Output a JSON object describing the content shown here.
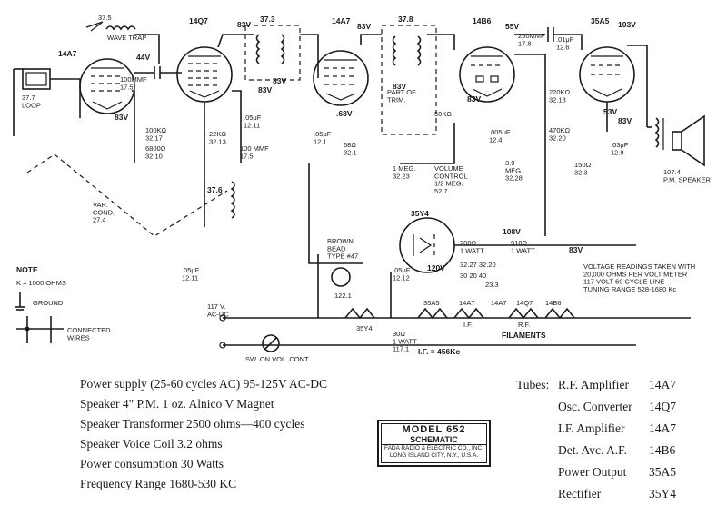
{
  "tubes_on_schematic": [
    {
      "type": "14A7",
      "voltage": "44V"
    },
    {
      "type": "14Q7",
      "voltage": "83V"
    },
    {
      "type": "14A7",
      "voltage": "83V"
    },
    {
      "type": "14B6",
      "voltage": "55V"
    },
    {
      "type": "35A5",
      "voltage": "103V"
    },
    {
      "type": "35Y4",
      "voltage": "108V"
    }
  ],
  "blocks": {
    "wave_trap": "WAVE TRAP",
    "loop": "37.7\nLOOP",
    "if1": "37.3",
    "if2": "37.8",
    "osc": "37.6",
    "var_cond": "VAR.\nCOND.\n27.4",
    "trimmer": "PART OF\nTRIM.",
    "pm_speaker": "107.4\nP.M. SPEAKER",
    "pilot": "BROWN\nBEAD\nTYPE #47",
    "switch": "SW. ON VOL. CONT."
  },
  "components": {
    "c375": "37.5",
    "c_100mmf": "100MMF\n17.5",
    "r_100k": "100KΩ\n32.17",
    "r_6800": "6800Ω\n32.10",
    "r_22k": "22KΩ\n32.13",
    "c_05_1211": ".05μF\n12.11",
    "c_100mmf_b": "100 MMF\n17.5",
    "c_05_1211b": ".05μF\n12.11",
    "c_05_121": ".05μF\n12.1",
    "r_68": "68Ω\n32.1",
    "r_50k": "50KΩ",
    "vol": "1 MEG.\n32.23",
    "vol_ctrl": "VOLUME\nCONTROL\n1/2 MEG.\n52.7",
    "c_005": ".005μF\n12.4",
    "r_3_9": "3.9\nMEG.\n32.28",
    "c_250": "250MMF\n17.8",
    "c_01": ".01μF\n12.6",
    "r_220k": "220KΩ\n32.18",
    "r_470k": "470KΩ\n32.20",
    "r_150": "150Ω\n32.3",
    "c_03": ".03μF\n12.9",
    "r_200": "200Ω\n1 WATT",
    "r_910": "910Ω\n1 WATT",
    "c_05_1212": ".05μF\n12.12",
    "r_30": "30Ω\n1 WATT\n117.1",
    "bulb": "122.1",
    "cap_block": "30  20  40",
    "cap_block_num": "32.27   32.20",
    "cap_block_sub": "23.3"
  },
  "voltages": [
    "83V",
    "83V",
    "83V",
    "83V",
    ".68V",
    "83V",
    "120V",
    "83V",
    "53V",
    "83V"
  ],
  "labels": {
    "note_title": "NOTE",
    "note_k": "K = 1000 OHMS",
    "ground": "GROUND",
    "connected": "CONNECTED\nWIRES",
    "ac_dc": "117 V.\nAC-DC",
    "filaments": "FILAMENTS",
    "if_freq": "I.F. = 456Kc",
    "voltage_note": "VOLTAGE READINGS TAKEN WITH\n20,000 OHMS PER VOLT METER\n117 VOLT 60 CYCLE LINE\nTUNING RANGE 528-1680 Kc",
    "fil_seq": [
      "35Y4",
      "35A5",
      "14A7",
      "14A7",
      "14Q7",
      "14B6"
    ],
    "fil_sub": [
      "I.F.",
      "R.F."
    ]
  },
  "specs": [
    "Power supply (25-60 cycles AC) 95-125V AC-DC",
    "Speaker 4\" P.M. 1 oz. Alnico V Magnet",
    "Speaker Transformer 2500 ohms—400 cycles",
    "Speaker Voice Coil 3.2 ohms",
    "Power consumption 30 Watts",
    "Frequency Range 1680-530 KC"
  ],
  "nameplate": {
    "model": "MODEL 652",
    "title": "SCHEMATIC",
    "maker": "FADA RADIO & ELECTRIC CO., INC.",
    "city": "LONG ISLAND CITY, N.Y., U.S.A."
  },
  "tube_list": {
    "heading": "Tubes:",
    "rows": [
      {
        "function": "R.F. Amplifier",
        "type": "14A7"
      },
      {
        "function": "Osc. Converter",
        "type": "14Q7"
      },
      {
        "function": "I.F. Amplifier",
        "type": "14A7"
      },
      {
        "function": "Det. Avc. A.F.",
        "type": "14B6"
      },
      {
        "function": "Power Output",
        "type": "35A5"
      },
      {
        "function": "Rectifier",
        "type": "35Y4"
      }
    ]
  }
}
